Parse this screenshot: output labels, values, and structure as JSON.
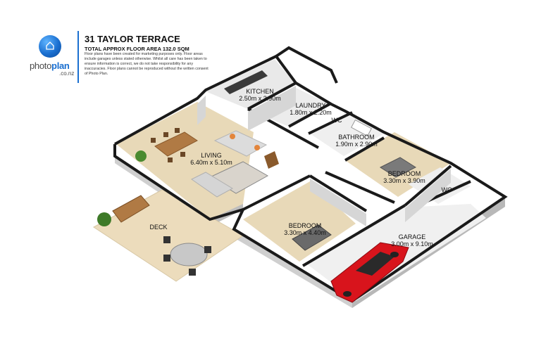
{
  "header": {
    "logo_brand_photo": "photo",
    "logo_brand_plan": "plan",
    "logo_domain": ".co.nz",
    "property_title": "31 TAYLOR TERRACE",
    "floor_area": "TOTAL APPROX FLOOR AREA 132.0 SQM",
    "disclaimer": "Floor plans have been created for marketing purposes only. Floor areas include garages unless stated otherwise. Whilst all care has been taken to ensure information is correct, we do not take responsibility for any inaccuracies. Floor plans cannot be reproduced without the written consent of Photo Plan."
  },
  "rooms": {
    "kitchen": {
      "name": "KITCHEN",
      "size": "2.50m x 3.90m"
    },
    "laundry": {
      "name": "LAUNDRY",
      "size": "1.80m x 2.20m"
    },
    "wc1": {
      "name": "WC"
    },
    "bathroom": {
      "name": "BATHROOM",
      "size": "1.90m x 2.90m"
    },
    "living": {
      "name": "LIVING",
      "size": "6.40m x 5.10m"
    },
    "bedroom1": {
      "name": "BEDROOM",
      "size": "3.30m x 3.90m"
    },
    "wc2": {
      "name": "WC"
    },
    "deck": {
      "name": "DECK"
    },
    "bedroom2": {
      "name": "BEDROOM",
      "size": "3.30m x 4.40m"
    },
    "garage": {
      "name": "GARAGE",
      "size": "3.00m x 9.10m"
    }
  },
  "colors": {
    "floor_wood": "#e8d9b8",
    "deck_wood": "#ecdcbc",
    "floor_tile": "#f0f0f0",
    "wall_top": "#1a1a1a",
    "wall_face": "#d4d4d4",
    "car": "#d8141c",
    "logo_blue": "#1a6fd0"
  }
}
